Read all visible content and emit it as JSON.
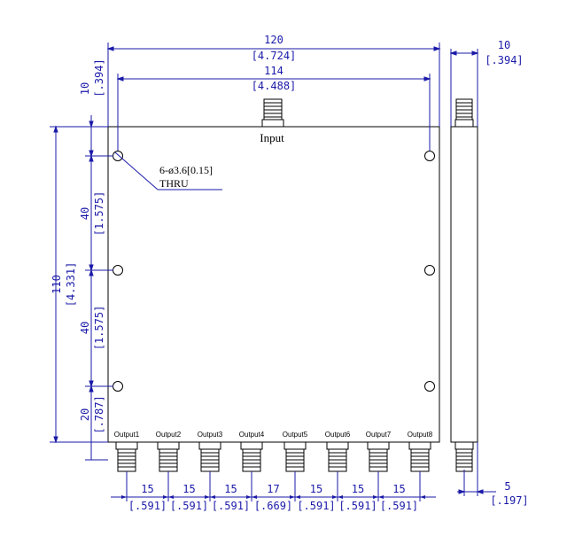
{
  "colors": {
    "dimension": "#1a1aa8",
    "outline": "#000000",
    "background": "#ffffff"
  },
  "input_label": "Input",
  "hole_note": {
    "line1": "6-ø3.6[0.15]",
    "line2": "THRU"
  },
  "dims": {
    "overall_width": {
      "mm": "120",
      "inch": "[4.724]"
    },
    "hole_spacing_x": {
      "mm": "114",
      "inch": "[4.488]"
    },
    "side_thickness": {
      "mm": "10",
      "inch": "[.394]"
    },
    "top_offset": {
      "mm": "10",
      "inch": "[.394]"
    },
    "overall_height": {
      "mm": "110",
      "inch": "[4.331]"
    },
    "hole_spacing_y1": {
      "mm": "40",
      "inch": "[1.575]"
    },
    "hole_spacing_y2": {
      "mm": "40",
      "inch": "[1.575]"
    },
    "bottom_offset": {
      "mm": "20",
      "inch": "[.787]"
    },
    "side_connector_offset": {
      "mm": "5",
      "inch": "[.197]"
    }
  },
  "outputs": [
    "Output1",
    "Output2",
    "Output3",
    "Output4",
    "Output5",
    "Output6",
    "Output7",
    "Output8"
  ],
  "output_spacings": [
    {
      "mm": "15",
      "inch": "[.591]"
    },
    {
      "mm": "15",
      "inch": "[.591]"
    },
    {
      "mm": "15",
      "inch": "[.591]"
    },
    {
      "mm": "17",
      "inch": "[.669]"
    },
    {
      "mm": "15",
      "inch": "[.591]"
    },
    {
      "mm": "15",
      "inch": "[.591]"
    },
    {
      "mm": "15",
      "inch": "[.591]"
    }
  ]
}
